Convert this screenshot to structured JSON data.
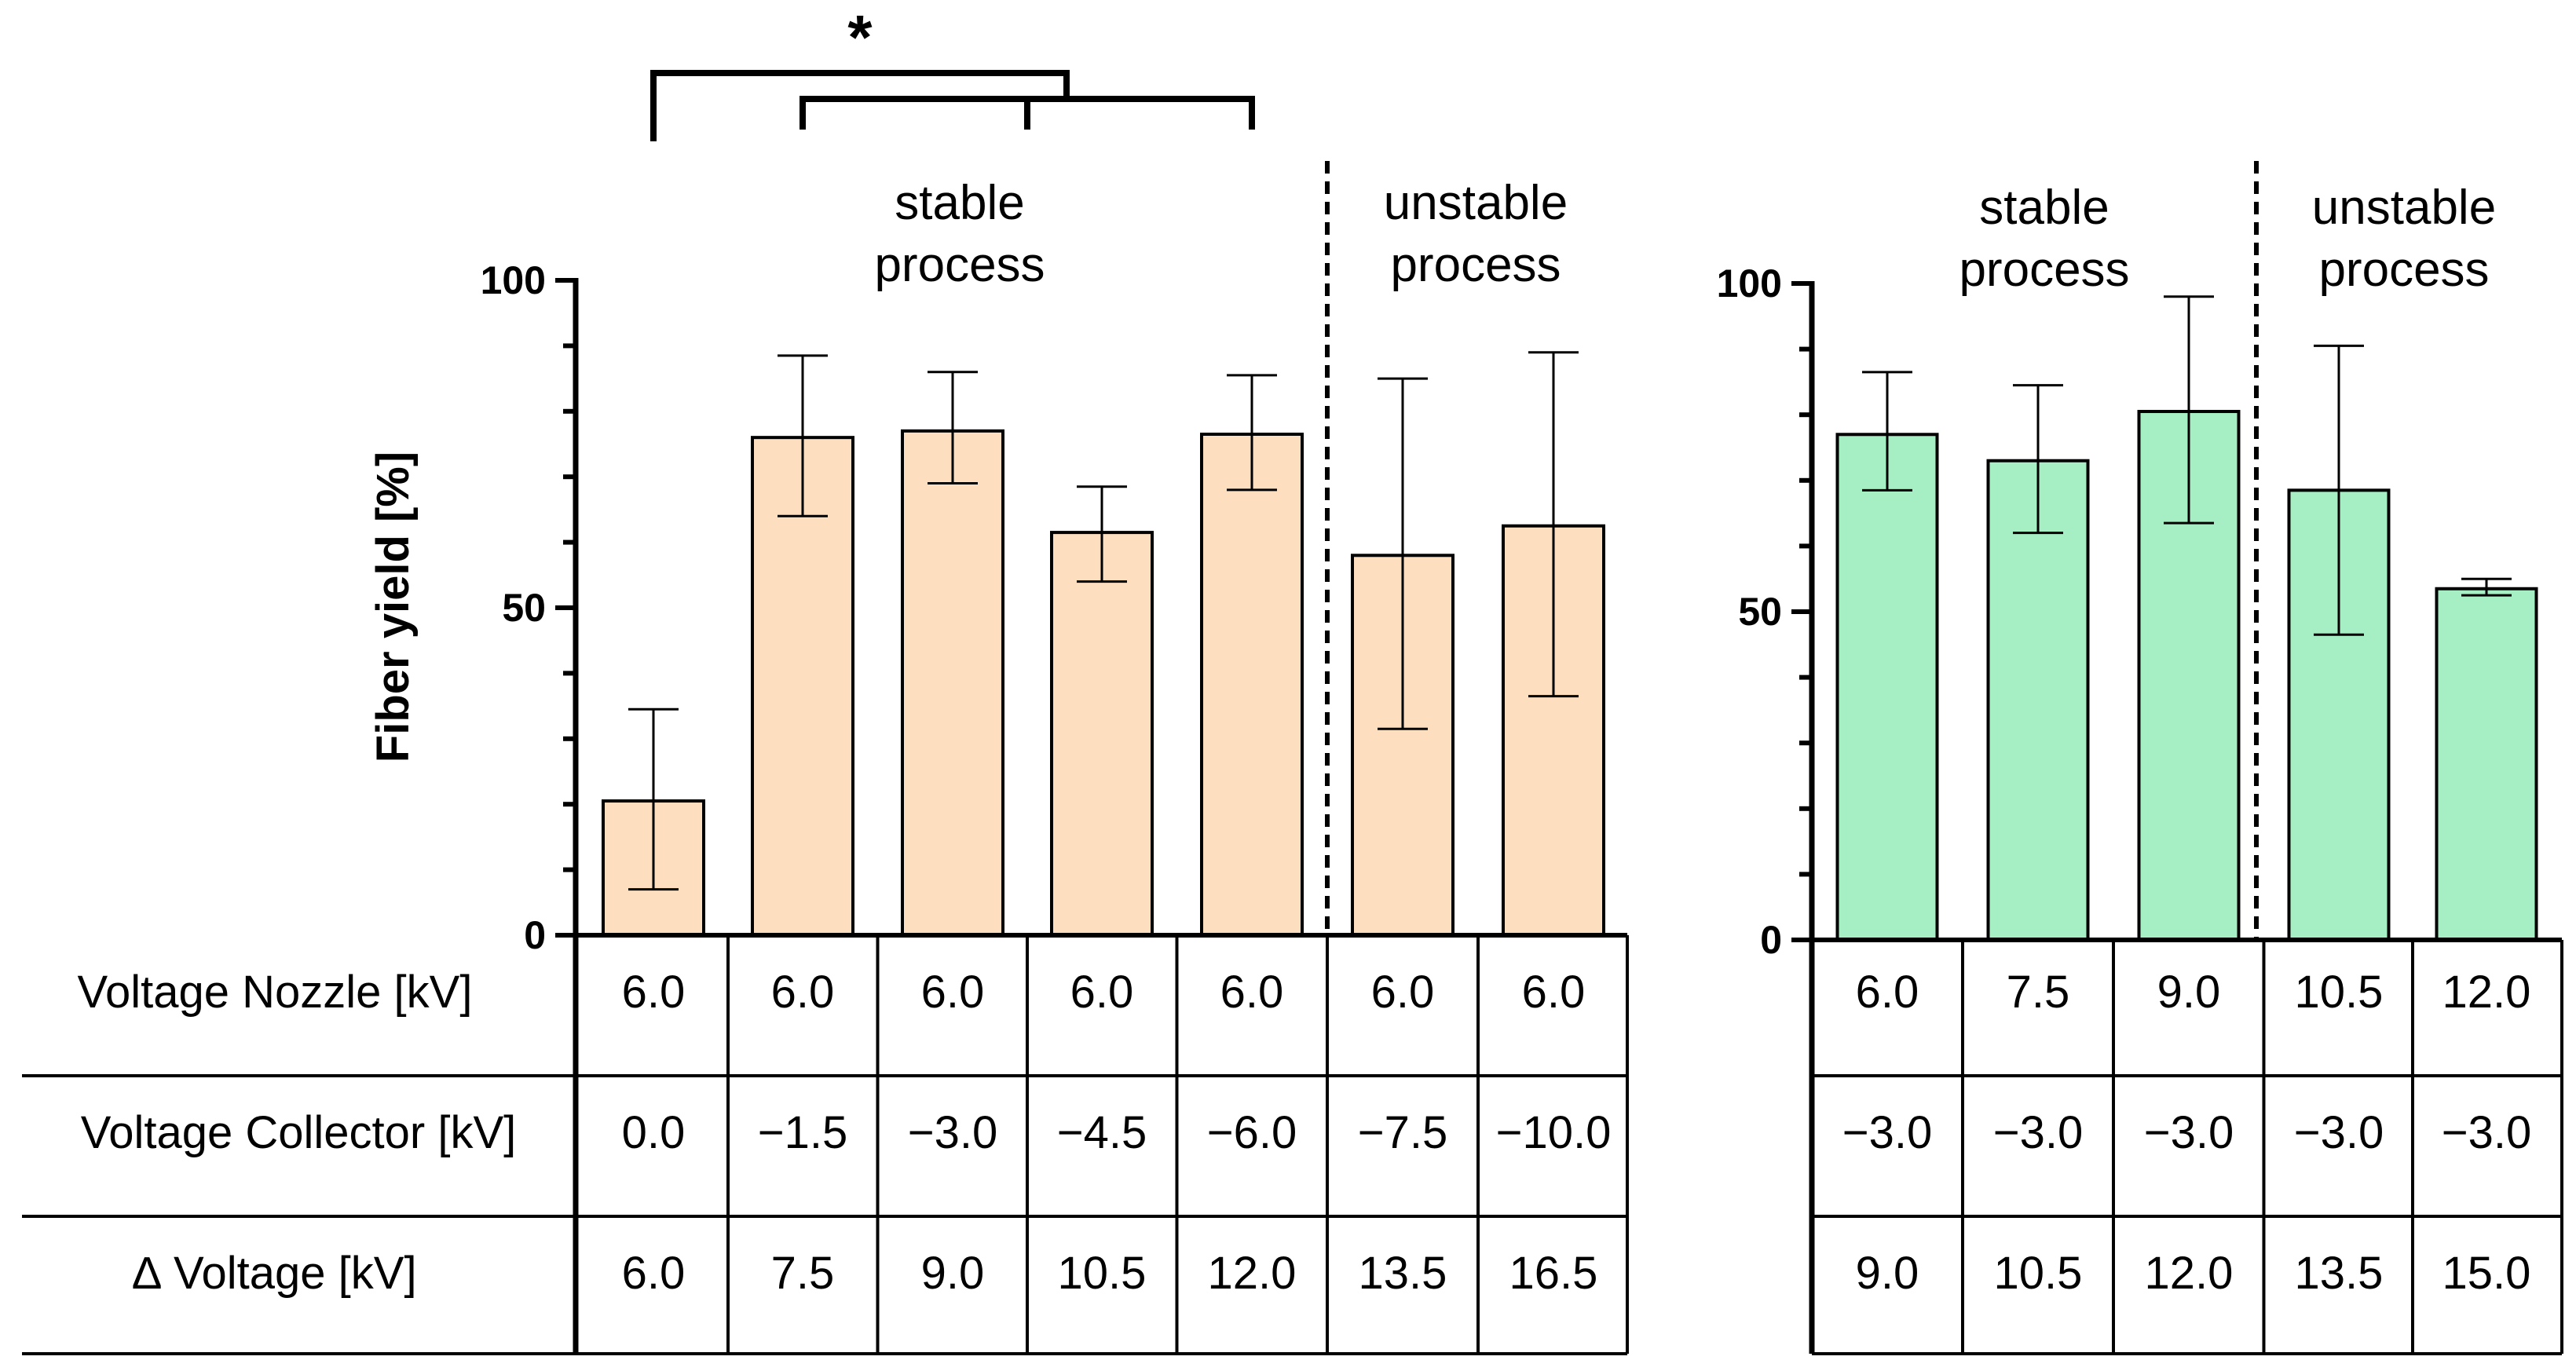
{
  "y_axis_label": "Fiber yield [%]",
  "significance_marker": "*",
  "row_labels": [
    "Voltage Nozzle [kV]",
    "Voltage Collector [kV]",
    "∆ Voltage [kV]"
  ],
  "chart_data": [
    {
      "type": "bar",
      "ylabel": "Fiber yield [%]",
      "ylim": [
        0,
        100
      ],
      "yticks": [
        "0",
        "50",
        "100"
      ],
      "bar_color": "#FDDFBF",
      "categories": [
        "6.0 / 0.0 / 6.0",
        "6.0 / −1.5 / 7.5",
        "6.0 / −3.0 / 9.0",
        "6.0 / −4.5 / 10.5",
        "6.0 / −6.0 / 12.0",
        "6.0 / −7.5 / 13.5",
        "6.0 / −10.0 / 16.5"
      ],
      "values": [
        20.5,
        76,
        77,
        61.5,
        76.5,
        58,
        62.5
      ],
      "error_low": [
        7,
        64,
        69,
        54,
        68,
        31.5,
        36.5
      ],
      "error_high": [
        34.5,
        88.5,
        86,
        68.5,
        85.5,
        85,
        89
      ],
      "regions": [
        {
          "label": "stable\nprocess",
          "from": 0,
          "to": 4
        },
        {
          "label": "unstable\nprocess",
          "from": 5,
          "to": 6
        }
      ],
      "significance": [
        {
          "label": "*",
          "a": [
            0
          ],
          "b": [
            1,
            4
          ]
        }
      ],
      "table": {
        "rows": [
          [
            "6.0",
            "6.0",
            "6.0",
            "6.0",
            "6.0",
            "6.0",
            "6.0"
          ],
          [
            "0.0",
            "−1.5",
            "−3.0",
            "−4.5",
            "−6.0",
            "−7.5",
            "−10.0"
          ],
          [
            "6.0",
            "7.5",
            "9.0",
            "10.5",
            "12.0",
            "13.5",
            "16.5"
          ]
        ]
      }
    },
    {
      "type": "bar",
      "ylim": [
        0,
        100
      ],
      "yticks": [
        "0",
        "50",
        "100"
      ],
      "bar_color": "#A6EFC4",
      "categories": [
        "6.0 / −3.0 / 9.0",
        "7.5 / −3.0 / 10.5",
        "9.0 / −3.0 / 12.0",
        "10.5 / −3.0 / 13.5",
        "12.0 / −3.0 / 15.0"
      ],
      "values": [
        77,
        73,
        80.5,
        68.5,
        53.5
      ],
      "error_low": [
        68.5,
        62,
        63.5,
        46.5,
        52.5
      ],
      "error_high": [
        86.5,
        84.5,
        98,
        90.5,
        55
      ],
      "regions": [
        {
          "label": "stable\nprocess",
          "from": 0,
          "to": 2
        },
        {
          "label": "unstable\nprocess",
          "from": 3,
          "to": 4
        }
      ],
      "table": {
        "rows": [
          [
            "6.0",
            "7.5",
            "9.0",
            "10.5",
            "12.0"
          ],
          [
            "−3.0",
            "−3.0",
            "−3.0",
            "−3.0",
            "−3.0"
          ],
          [
            "9.0",
            "10.5",
            "12.0",
            "13.5",
            "15.0"
          ]
        ]
      }
    }
  ]
}
